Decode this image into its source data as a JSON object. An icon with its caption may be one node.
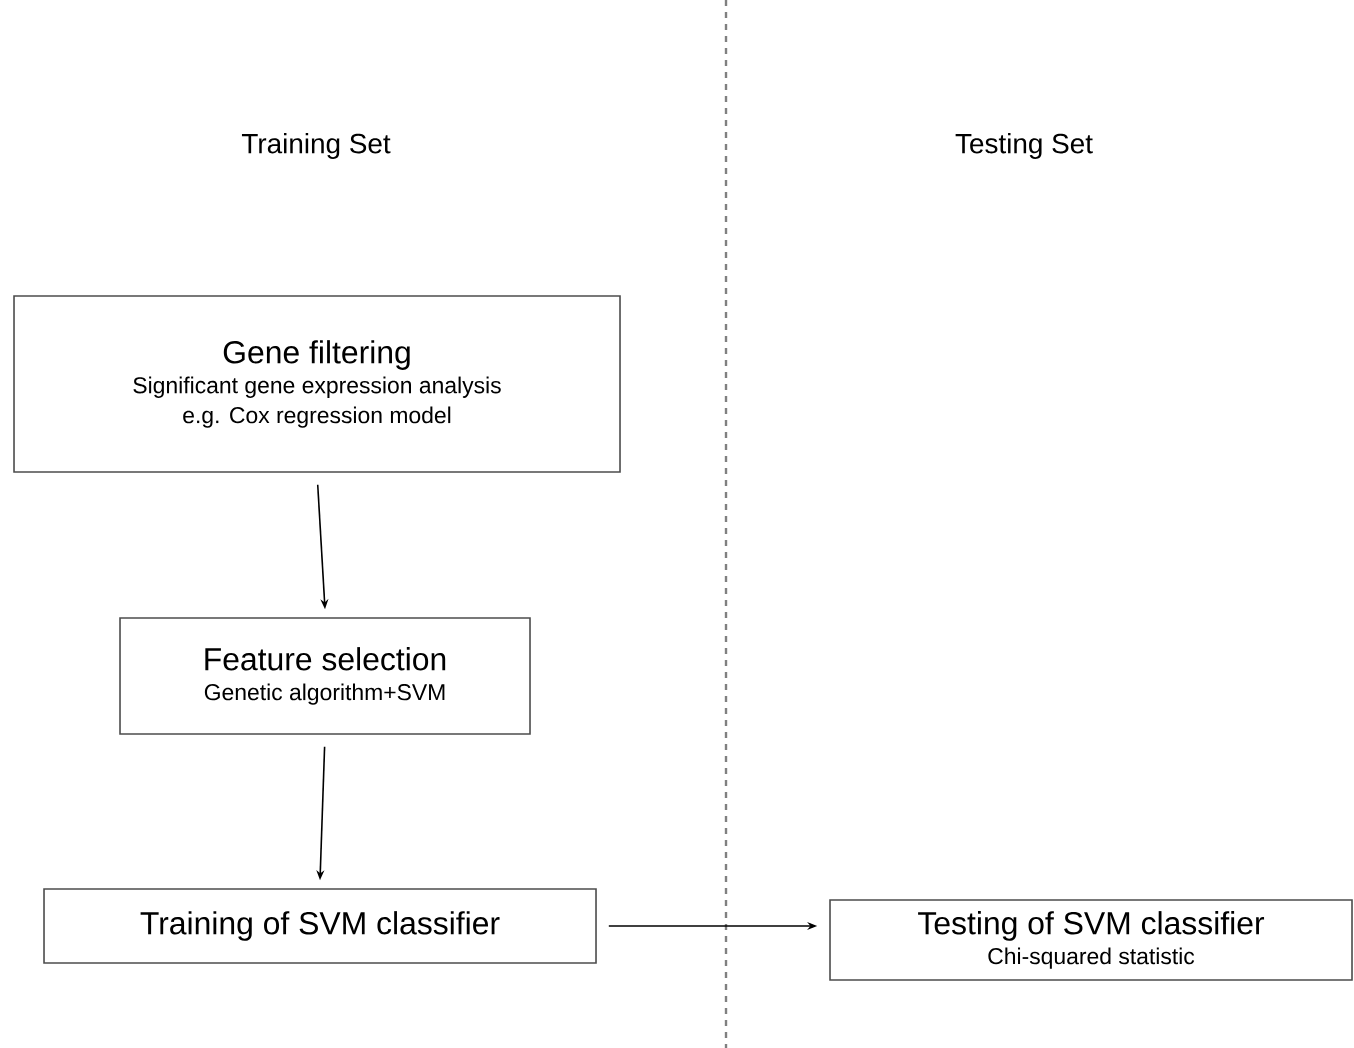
{
  "diagram": {
    "nodes": [
      {
        "text": [
          "Gene filtering",
          "Significant gene expression analysis",
          "e.g. Cox regression model"
        ]
      },
      {
        "text": [
          "Feature selection",
          "Genetic algorithm+SVM"
        ]
      },
      {
        "text": [
          "Training of SVM classifier"
        ]
      },
      {
        "text": [
          "Testing of SVM classifier",
          "Chi-squared statistic"
        ]
      }
    ],
    "edges": [
      {
        "from": 0,
        "to": 1,
        "arrow": "to"
      },
      {
        "from": 1,
        "to": 2,
        "arrow": "to"
      },
      {
        "from": 2,
        "to": 3,
        "arrow": "to"
      }
    ],
    "labels": [
      "Training Set",
      "Testing  Set"
    ]
  }
}
